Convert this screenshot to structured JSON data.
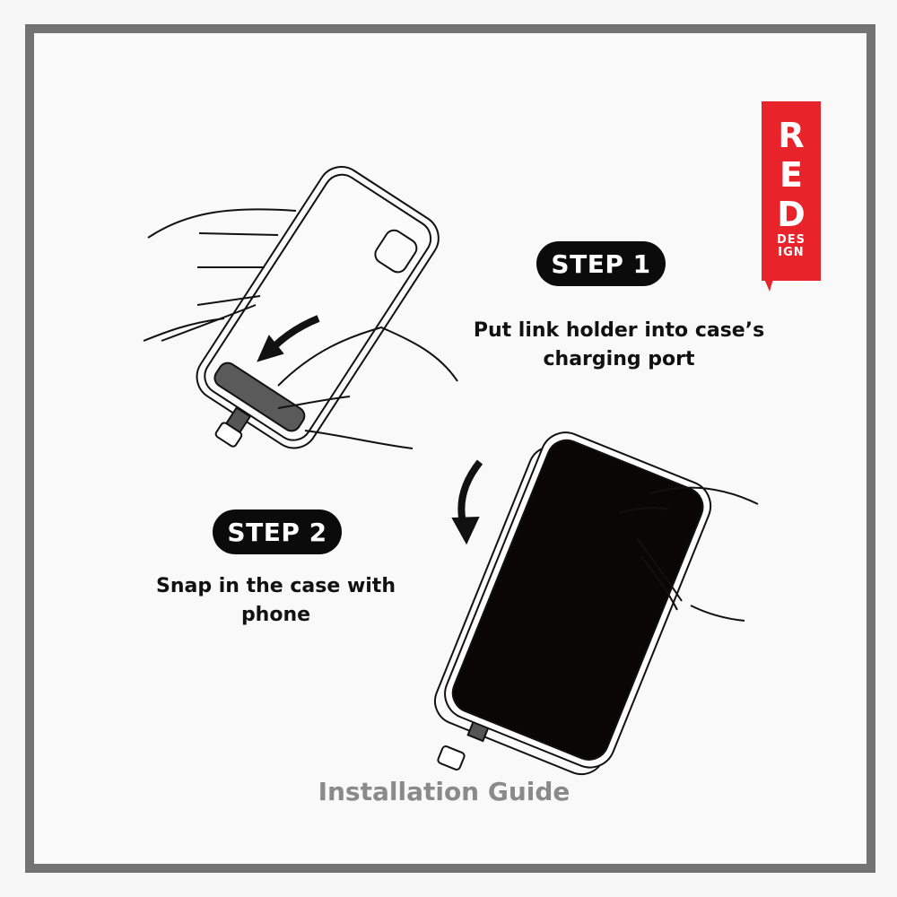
{
  "brand": {
    "logo_main": [
      "R",
      "E",
      "D"
    ],
    "logo_sub": [
      "DES",
      "IGN"
    ],
    "color": "#e8242a"
  },
  "steps": [
    {
      "badge": "STEP 1",
      "caption_line1": "Put link holder into case’s",
      "caption_line2": "charging port",
      "illustration": "hands-inserting-link-holder-into-case-icon"
    },
    {
      "badge": "STEP 2",
      "caption_line1": "Snap in the case with",
      "caption_line2": "phone",
      "illustration": "hands-snapping-phone-into-case-icon"
    }
  ],
  "footer": {
    "title": "Installation Guide"
  },
  "colors": {
    "frame": "#737373",
    "background": "#f9f9f9",
    "badge": "#0b0b0b",
    "footer_text": "#8a8a8a"
  }
}
